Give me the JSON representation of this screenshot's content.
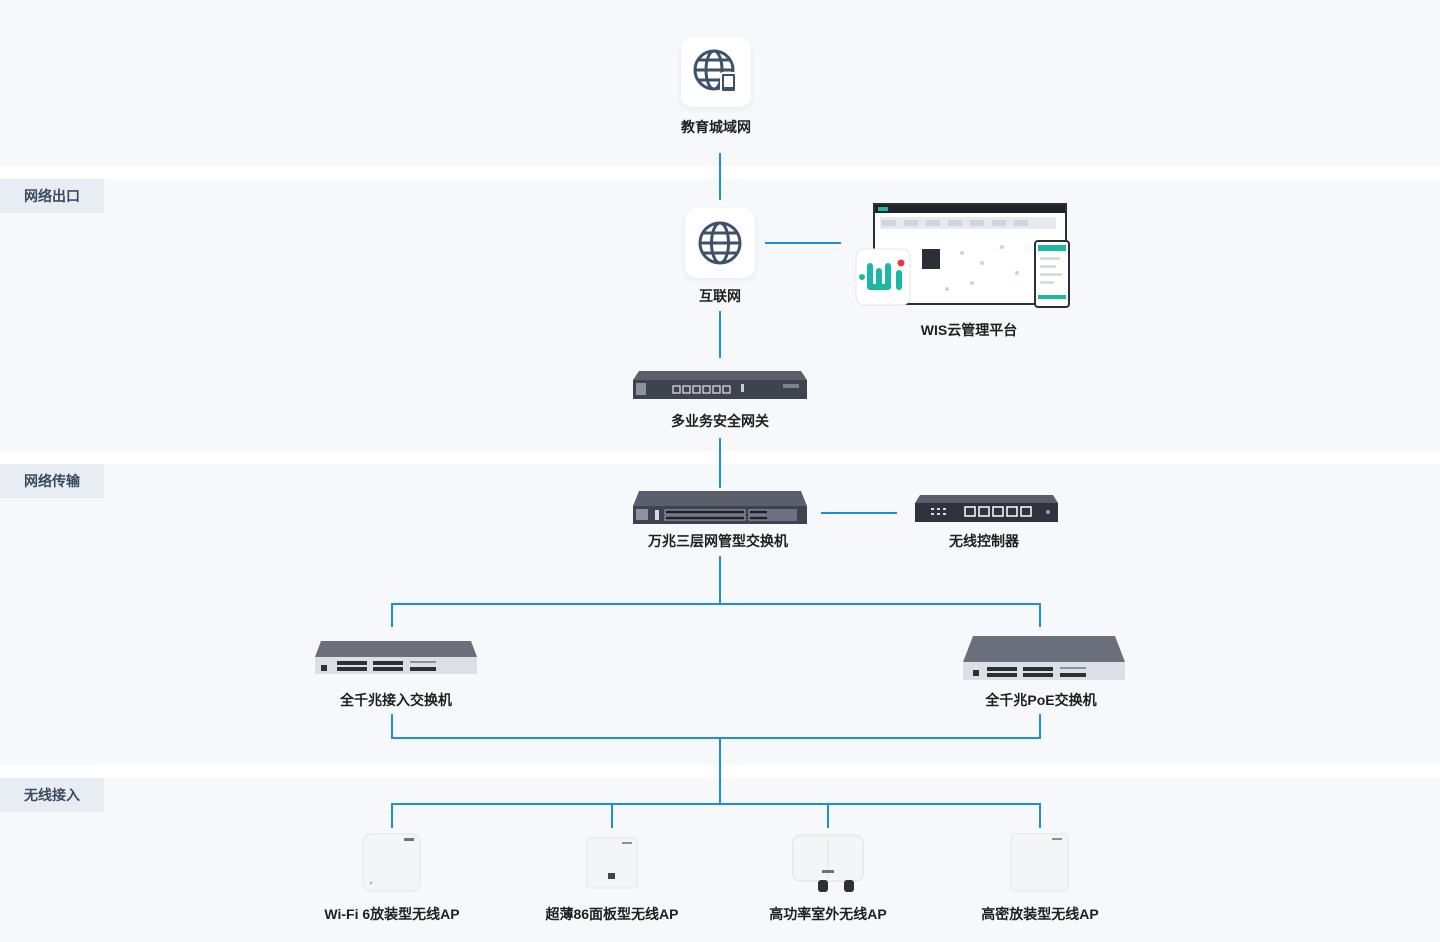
{
  "zones": [
    {
      "label": "网络出口"
    },
    {
      "label": "网络传输"
    },
    {
      "label": "无线接入"
    }
  ],
  "nodes": {
    "metro": {
      "label": "教育城域网",
      "icon": "globe-device-icon"
    },
    "internet": {
      "label": "互联网",
      "icon": "globe-icon"
    },
    "wis": {
      "label": "WIS云管理平台",
      "icon": "wis-dashboard"
    },
    "gateway": {
      "label": "多业务安全网关"
    },
    "core_switch": {
      "label": "万兆三层网管型交换机"
    },
    "ac": {
      "label": "无线控制器"
    },
    "access_switch": {
      "label": "全千兆接入交换机"
    },
    "poe_switch": {
      "label": "全千兆PoE交换机"
    },
    "ap1": {
      "label": "Wi-Fi 6放装型无线AP"
    },
    "ap2": {
      "label": "超薄86面板型无线AP"
    },
    "ap3": {
      "label": "高功率室外无线AP"
    },
    "ap4": {
      "label": "高密放装型无线AP"
    }
  },
  "colors": {
    "line": "#1e8ed6",
    "band": "#f6f8fb",
    "tab": "#e8edf3",
    "device_dark": "#3e4350",
    "wis_accent": "#1db8a4"
  }
}
